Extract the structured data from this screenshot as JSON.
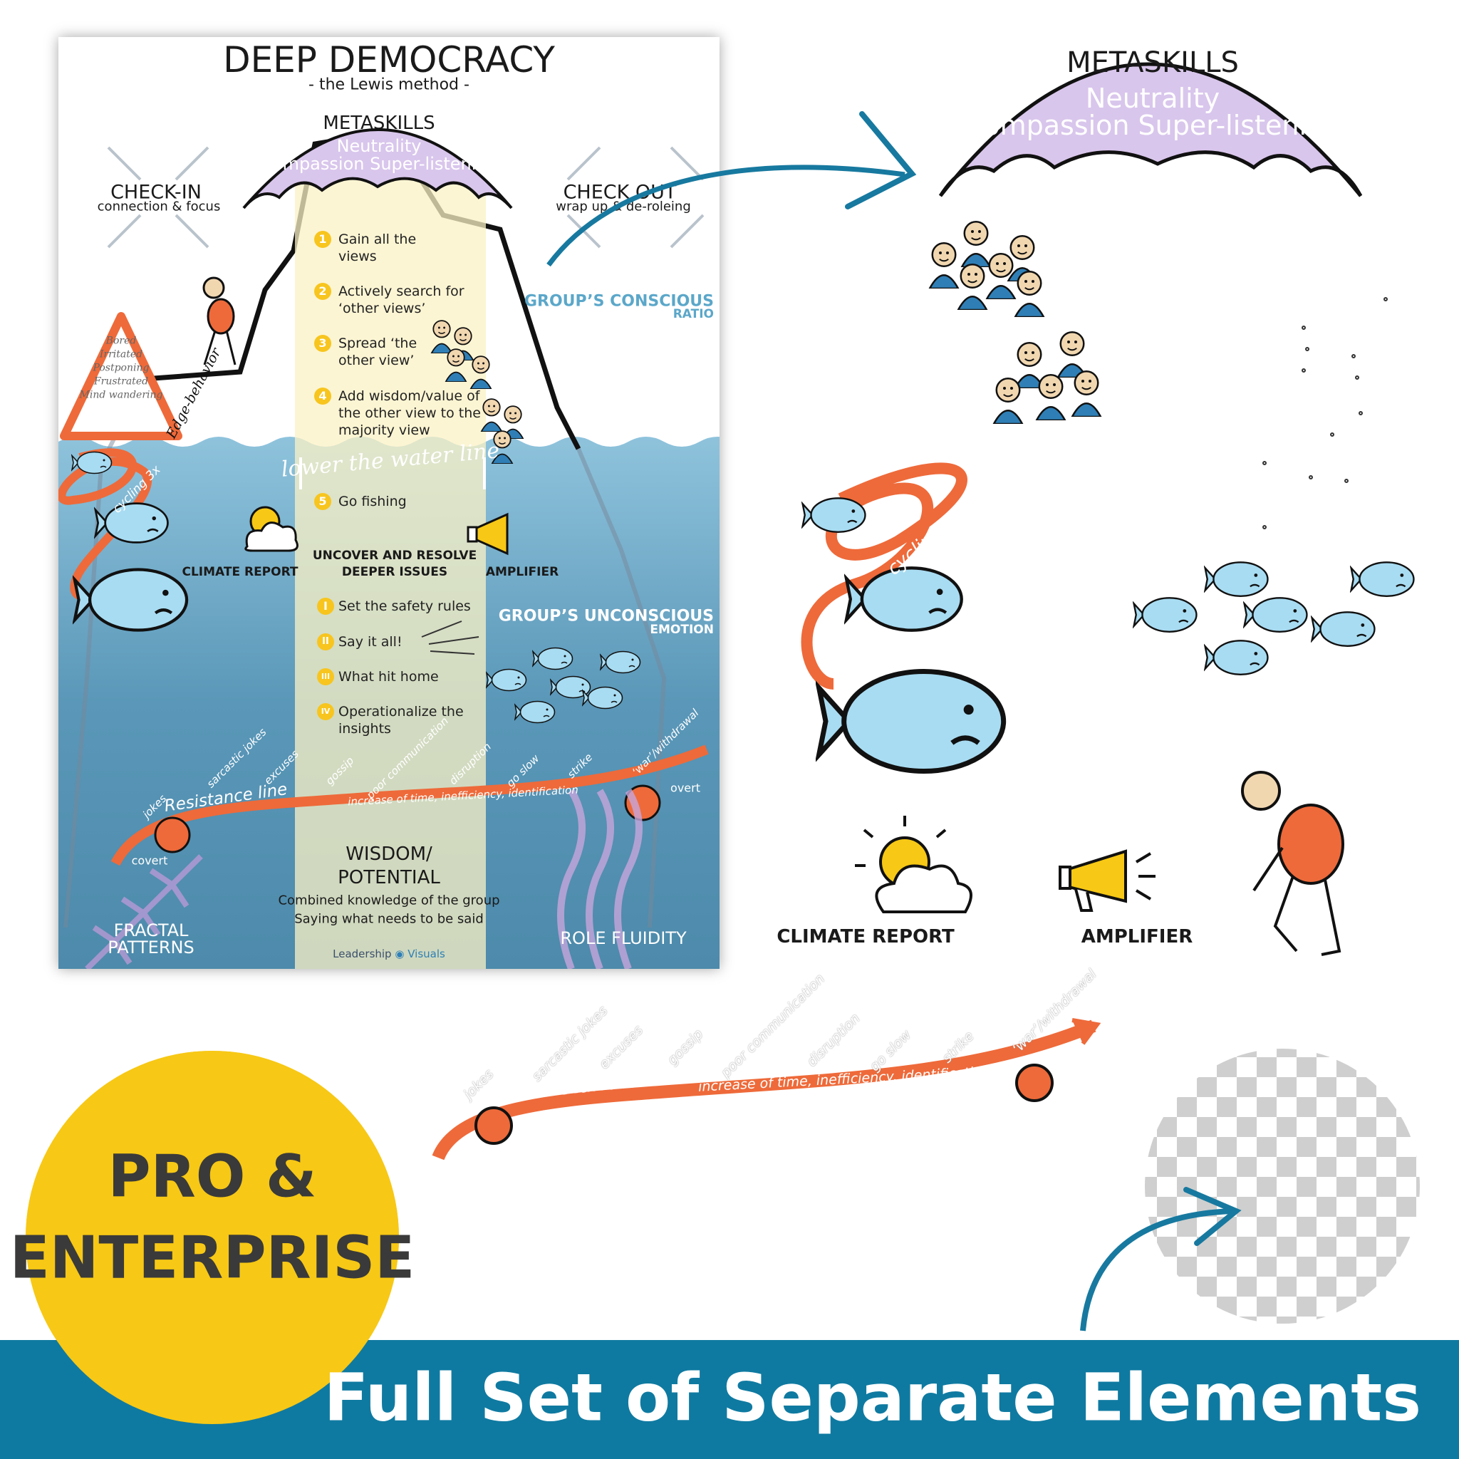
{
  "poster": {
    "title": "DEEP DEMOCRACY",
    "subtitle": "- the Lewis method -",
    "metaskills": {
      "title": "METASKILLS",
      "line1": "Neutrality",
      "line2": "Compassion  Super-listening"
    },
    "check_in": {
      "title": "CHECK-IN",
      "subtitle": "connection & focus"
    },
    "check_out": {
      "title": "CHECK OUT",
      "subtitle": "wrap up & de-roleing"
    },
    "steps": [
      {
        "num": "1",
        "text": "Gain all the views"
      },
      {
        "num": "2",
        "text": "Actively search for ‘other views’"
      },
      {
        "num": "3",
        "text": "Spread ‘the other view’"
      },
      {
        "num": "4",
        "text": "Add wisdom/value of the other view to the majority view"
      },
      {
        "num": "5",
        "text": "Go fishing"
      }
    ],
    "conscious": {
      "title": "GROUP’S CONSCIOUS",
      "subtitle": "RATIO"
    },
    "warning": {
      "lines": [
        "Bored",
        "Irritated",
        "Postponing",
        "Frustrated",
        "Mind wandering"
      ],
      "label": "Edge-behavior"
    },
    "waterline": "lower the water line",
    "cycling": "cycling 3x",
    "climate_report": "CLIMATE REPORT",
    "amplifier": "AMPLIFIER",
    "uncover": {
      "line1": "UNCOVER AND RESOLVE",
      "line2": "DEEPER ISSUES"
    },
    "substeps": [
      {
        "num": "I",
        "text": "Set the safety rules"
      },
      {
        "num": "II",
        "text": "Say it all!"
      },
      {
        "num": "III",
        "text": "What hit home"
      },
      {
        "num": "IV",
        "text": "Operationalize the insights"
      }
    ],
    "unconscious": {
      "title": "GROUP’S UNCONSCIOUS",
      "subtitle": "EMOTION"
    },
    "wisdom": {
      "title1": "WISDOM/",
      "title2": "POTENTIAL",
      "line1": "Combined knowledge of the group",
      "line2": "Saying what needs to be said"
    },
    "fractal": {
      "line1": "FRACTAL",
      "line2": "PATTERNS"
    },
    "role_fluidity": "ROLE FLUIDITY",
    "brand": {
      "left": "Leadership",
      "right": "Visuals"
    }
  },
  "resistance": {
    "title": "Resistance line",
    "arrow_text": "increase of time, inefficiency, identification",
    "labels": [
      "jokes",
      "sarcastic jokes",
      "excuses",
      "gossip",
      "poor communication",
      "disruption",
      "go slow",
      "strike",
      "‘war’/withdrawal"
    ],
    "covert": "covert",
    "overt": "overt"
  },
  "elements": {
    "metaskills": {
      "title": "METASKILLS",
      "line1": "Neutrality",
      "line2": "Compassion  Super-listening"
    },
    "cycling": "cycling 3x",
    "climate_report": "CLIMATE REPORT",
    "amplifier": "AMPLIFIER"
  },
  "badge": {
    "line1": "PRO &",
    "line2": "ENTERPRISE"
  },
  "banner": {
    "text": "Full Set of Separate Elements"
  },
  "colors": {
    "banner": "#0f7aa1",
    "badge": "#f7c815",
    "umbrella": "#d9c6ec",
    "resistance": "#ee6a3a",
    "water": "#5d9bbd",
    "fish": "#a8dcf2",
    "highlight": "#fbf2c4",
    "conscious_text": "#5ba7c9"
  }
}
